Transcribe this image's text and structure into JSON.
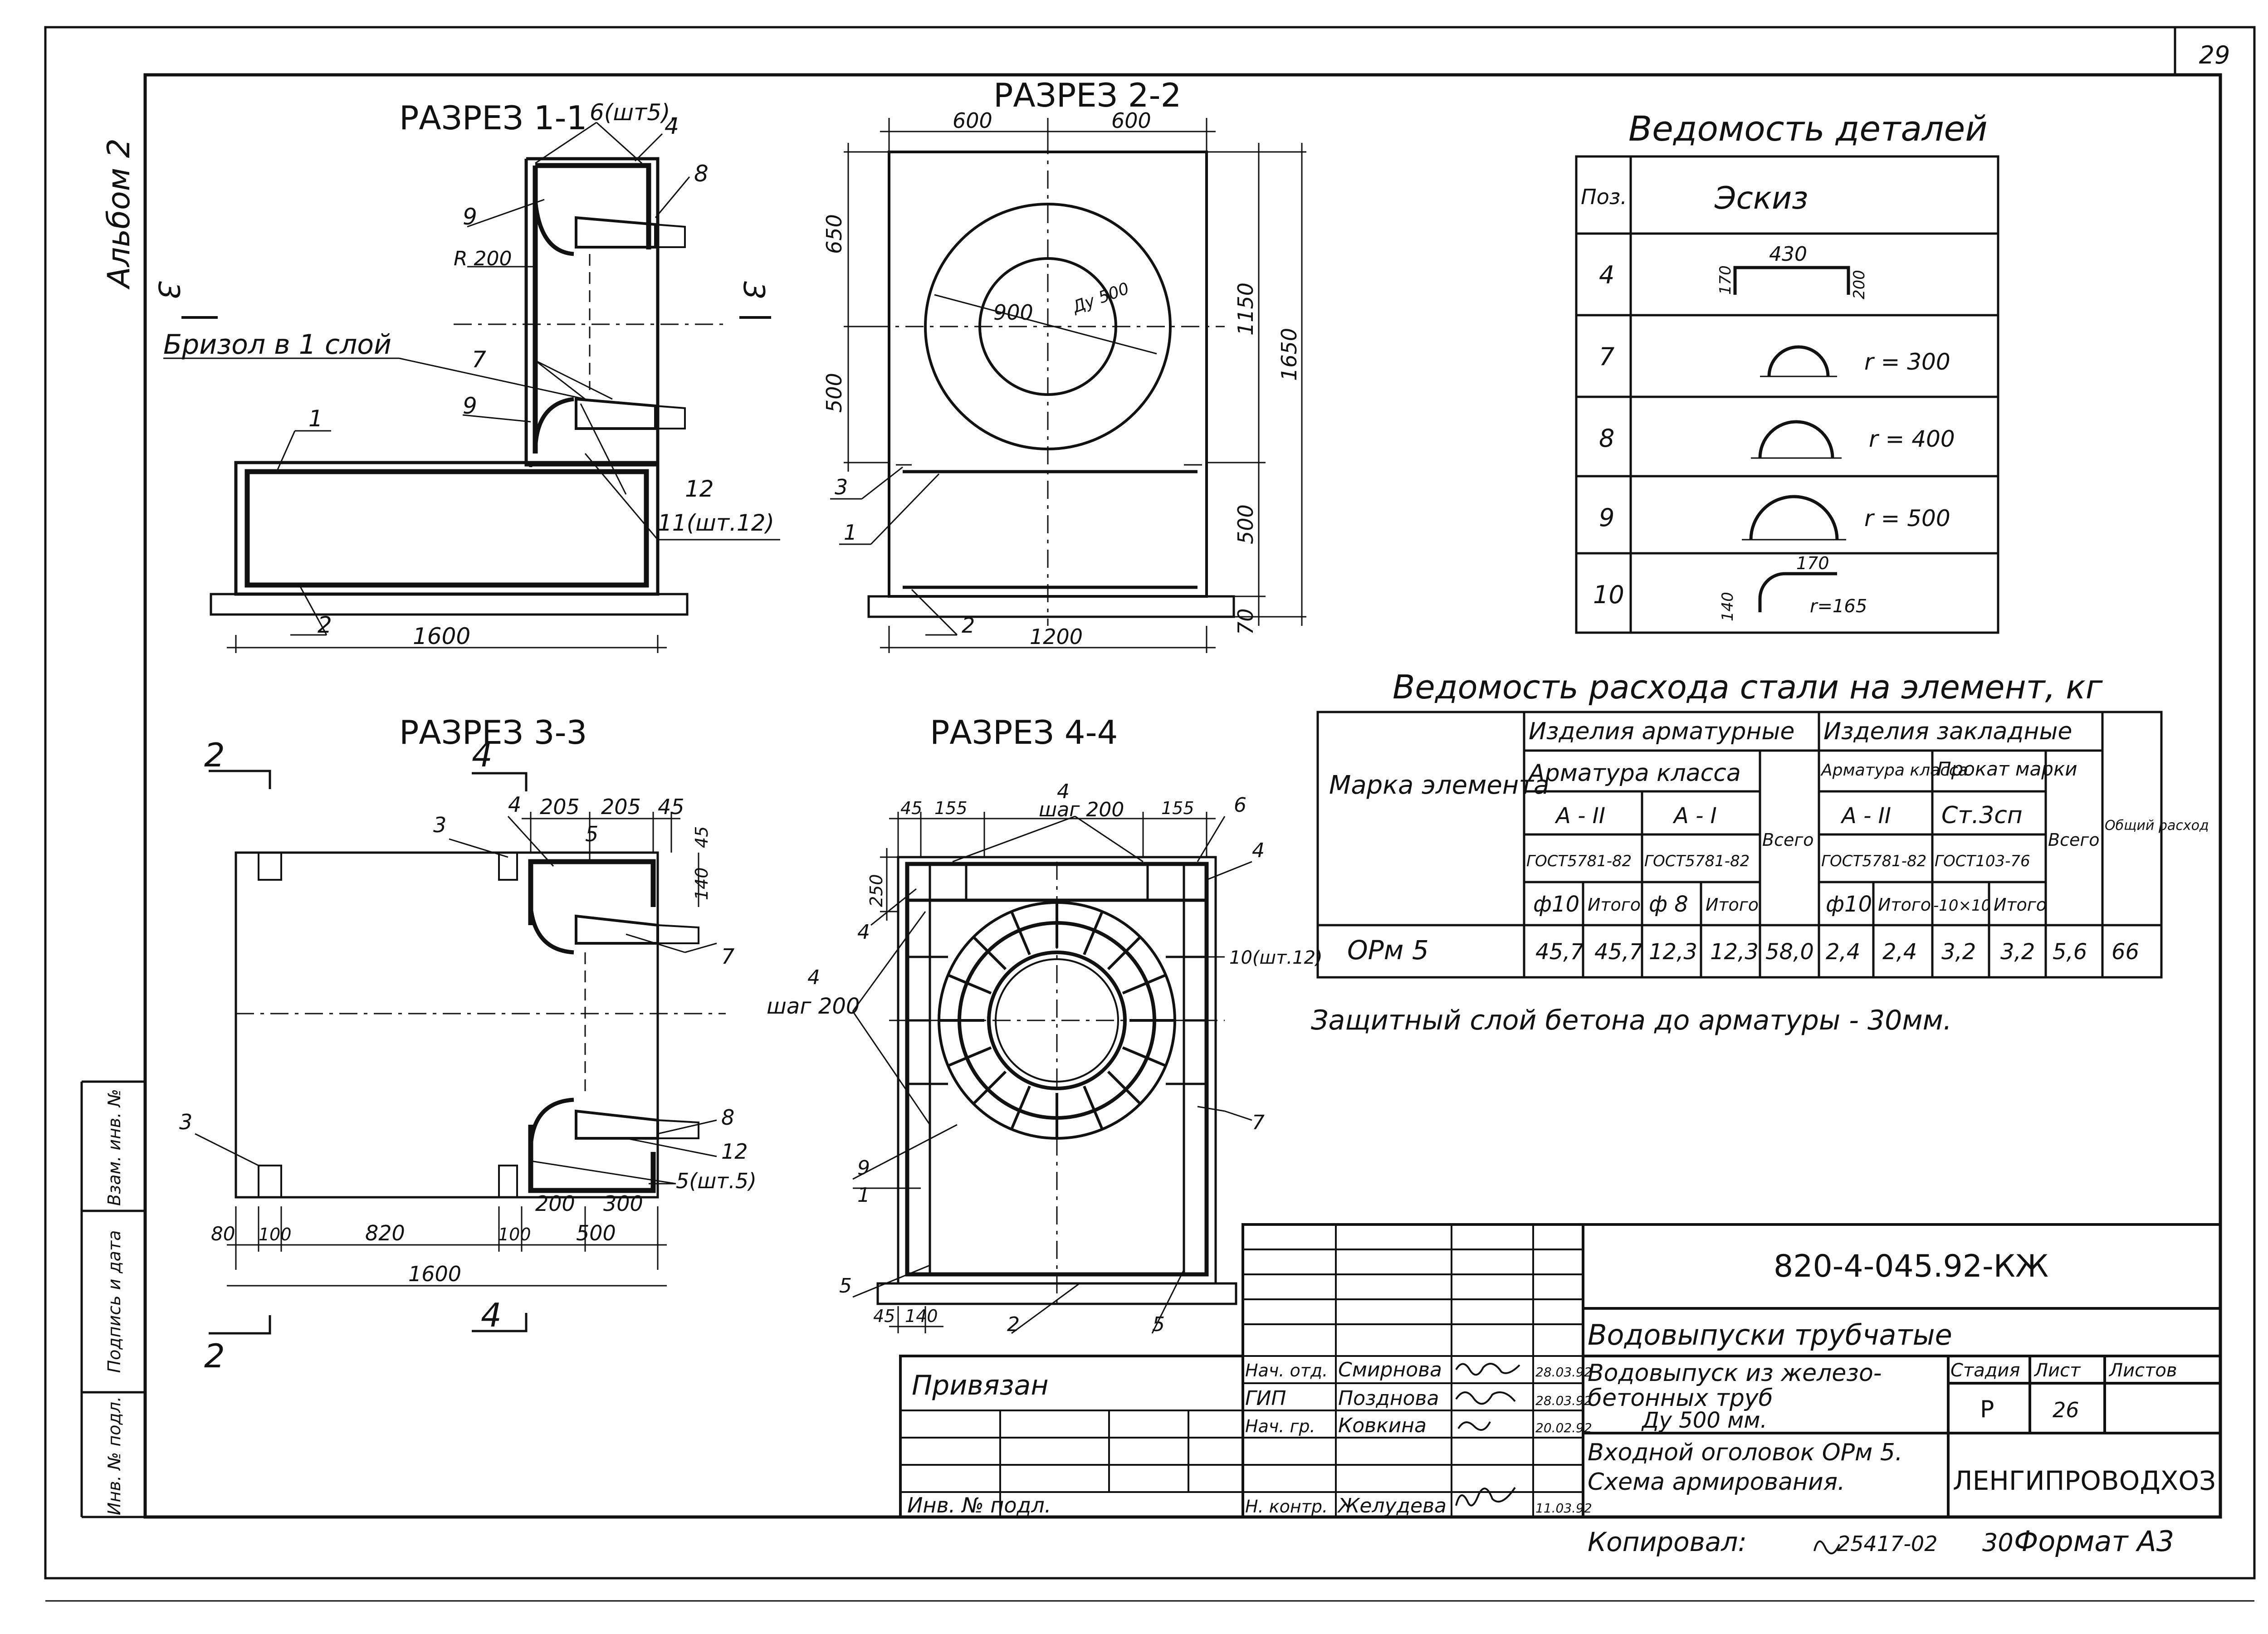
{
  "sheet": {
    "page_number": "29",
    "album": "Альбом 2",
    "left_strip": [
      "Инв. № подл.",
      "Подпись и дата",
      "Взам. инв. №"
    ]
  },
  "sections": {
    "s11": {
      "title": "РАЗРЕЗ 1-1",
      "labels": [
        "6(шт5).",
        "4",
        "8",
        "9",
        "R 200",
        "Бризол в 1 слой",
        "7",
        "9",
        "12",
        "11(шт.12)",
        "1",
        "2"
      ],
      "dims": [
        "1600"
      ],
      "cut_marker": "3"
    },
    "s22": {
      "title": "РАЗРЕЗ 2-2",
      "labels": [
        "900",
        "Ду 500",
        "3",
        "1",
        "2"
      ],
      "dims": [
        "600",
        "600",
        "650",
        "500",
        "1150",
        "1650",
        "500",
        "70",
        "1200"
      ]
    },
    "s33": {
      "title": "РАЗРЕЗ 3-3",
      "labels": [
        "3",
        "4",
        "5",
        "7",
        "8",
        "12",
        "3",
        "5(шт.5)"
      ],
      "dims": [
        "205",
        "205",
        "45",
        "45",
        "140",
        "80",
        "100",
        "820",
        "100",
        "200",
        "300",
        "500",
        "1600"
      ],
      "markers": [
        "2",
        "4",
        "2",
        "4"
      ]
    },
    "s44": {
      "title": "РАЗРЕЗ 4-4",
      "labels": [
        "4",
        "шаг 200",
        "6",
        "4",
        "4",
        "10(шт.12)",
        "4",
        "шаг 200",
        "9",
        "1",
        "7",
        "5",
        "2",
        "5"
      ],
      "dims": [
        "45",
        "155",
        "155",
        "250",
        "45",
        "140"
      ]
    }
  },
  "details_table": {
    "title": "Ведомость деталей",
    "headers": [
      "Поз.",
      "Эскиз"
    ],
    "rows": [
      {
        "pos": "4",
        "sketch": "",
        "dims": [
          "430",
          "170",
          "200"
        ]
      },
      {
        "pos": "7",
        "sketch": "r = 300"
      },
      {
        "pos": "8",
        "sketch": "r = 400"
      },
      {
        "pos": "9",
        "sketch": "r = 500"
      },
      {
        "pos": "10",
        "sketch": "r=165",
        "dims": [
          "170",
          "140"
        ]
      }
    ]
  },
  "steel_table": {
    "title": "Ведомость расхода стали на элемент, кг",
    "col_mark": "Марка элемента",
    "group_arm": "Изделия арматурные",
    "group_zakl": "Изделия закладные",
    "arm_class": "Арматура класса",
    "arm_class2": "Арматура класса",
    "prokat": "Прокат марки",
    "cls_a2": "А - II",
    "cls_a1": "А - I",
    "cls_a2b": "А - II",
    "st": "Ст.3сп",
    "gost1": "ГОСТ5781-82",
    "gost2": "ГОСТ5781-82",
    "gost3": "ГОСТ5781-82",
    "gost4": "ГОСТ103-76",
    "vsego": "Всего",
    "vsego2": "Всего",
    "obsh": "Общий расход",
    "d10": "ф10",
    "itogo1": "Итого",
    "d8": "ф 8",
    "itogo2": "Итого",
    "d10b": "ф10",
    "itogo3": "Итого",
    "d1010": "-10×10",
    "itogo4": "Итого",
    "row": {
      "mark": "ОРм 5",
      "v1": "45,7",
      "v2": "45,7",
      "v3": "12,3",
      "v4": "12,3",
      "v5": "58,0",
      "v6": "2,4",
      "v7": "2,4",
      "v8": "3,2",
      "v9": "3,2",
      "v10": "5,6",
      "v11": "66"
    }
  },
  "note": "Защитный слой бетона до арматуры - 30мм.",
  "title_block": {
    "doc_code": "820-4-045.92-КЖ",
    "series": "Водовыпуски трубчатые",
    "name_line1": "Водовыпуск из железо-",
    "name_line2": "бетонных труб",
    "name_line3": "Ду 500 мм.",
    "sheet_line1": "Входной оголовок ОРм 5.",
    "sheet_line2": "Схема армирования.",
    "stage_label": "Стадия",
    "sheet_label": "Лист",
    "sheets_label": "Листов",
    "stage": "Р",
    "sheet_no": "26",
    "org": "ЛЕНГИПРОВОДХОЗ",
    "privyazan": "Привязан",
    "inv_podl": "Инв. № подл.",
    "signers": [
      {
        "role": "Нач. отд.",
        "name": "Смирнова",
        "date": "28.03.92"
      },
      {
        "role": "ГИП",
        "name": "Позднова",
        "date": "28.03.92"
      },
      {
        "role": "Нач. гр.",
        "name": "Ковкина",
        "date": "20.02.92"
      },
      {
        "role": "Н. контр.",
        "name": "Желудева",
        "date": "11.03.92"
      }
    ],
    "copied": "Копировал:",
    "copied_num": "25417-02",
    "copied_sheet": "30",
    "format": "Формат А3"
  }
}
